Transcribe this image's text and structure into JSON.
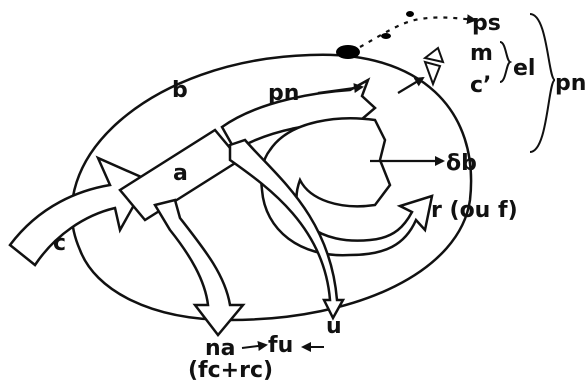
{
  "labels": {
    "b": "b",
    "a": "a",
    "c": "c",
    "pn_inner": "pn",
    "ps": "ps",
    "m": "m",
    "c_prime": "c’",
    "el": "el",
    "pn_outer": "pn",
    "delta_b": "δb",
    "r_ou_f": "r (ou f)",
    "na": "na",
    "fu": "fu",
    "u": "u",
    "fc_rc": "(fc+rc)"
  }
}
